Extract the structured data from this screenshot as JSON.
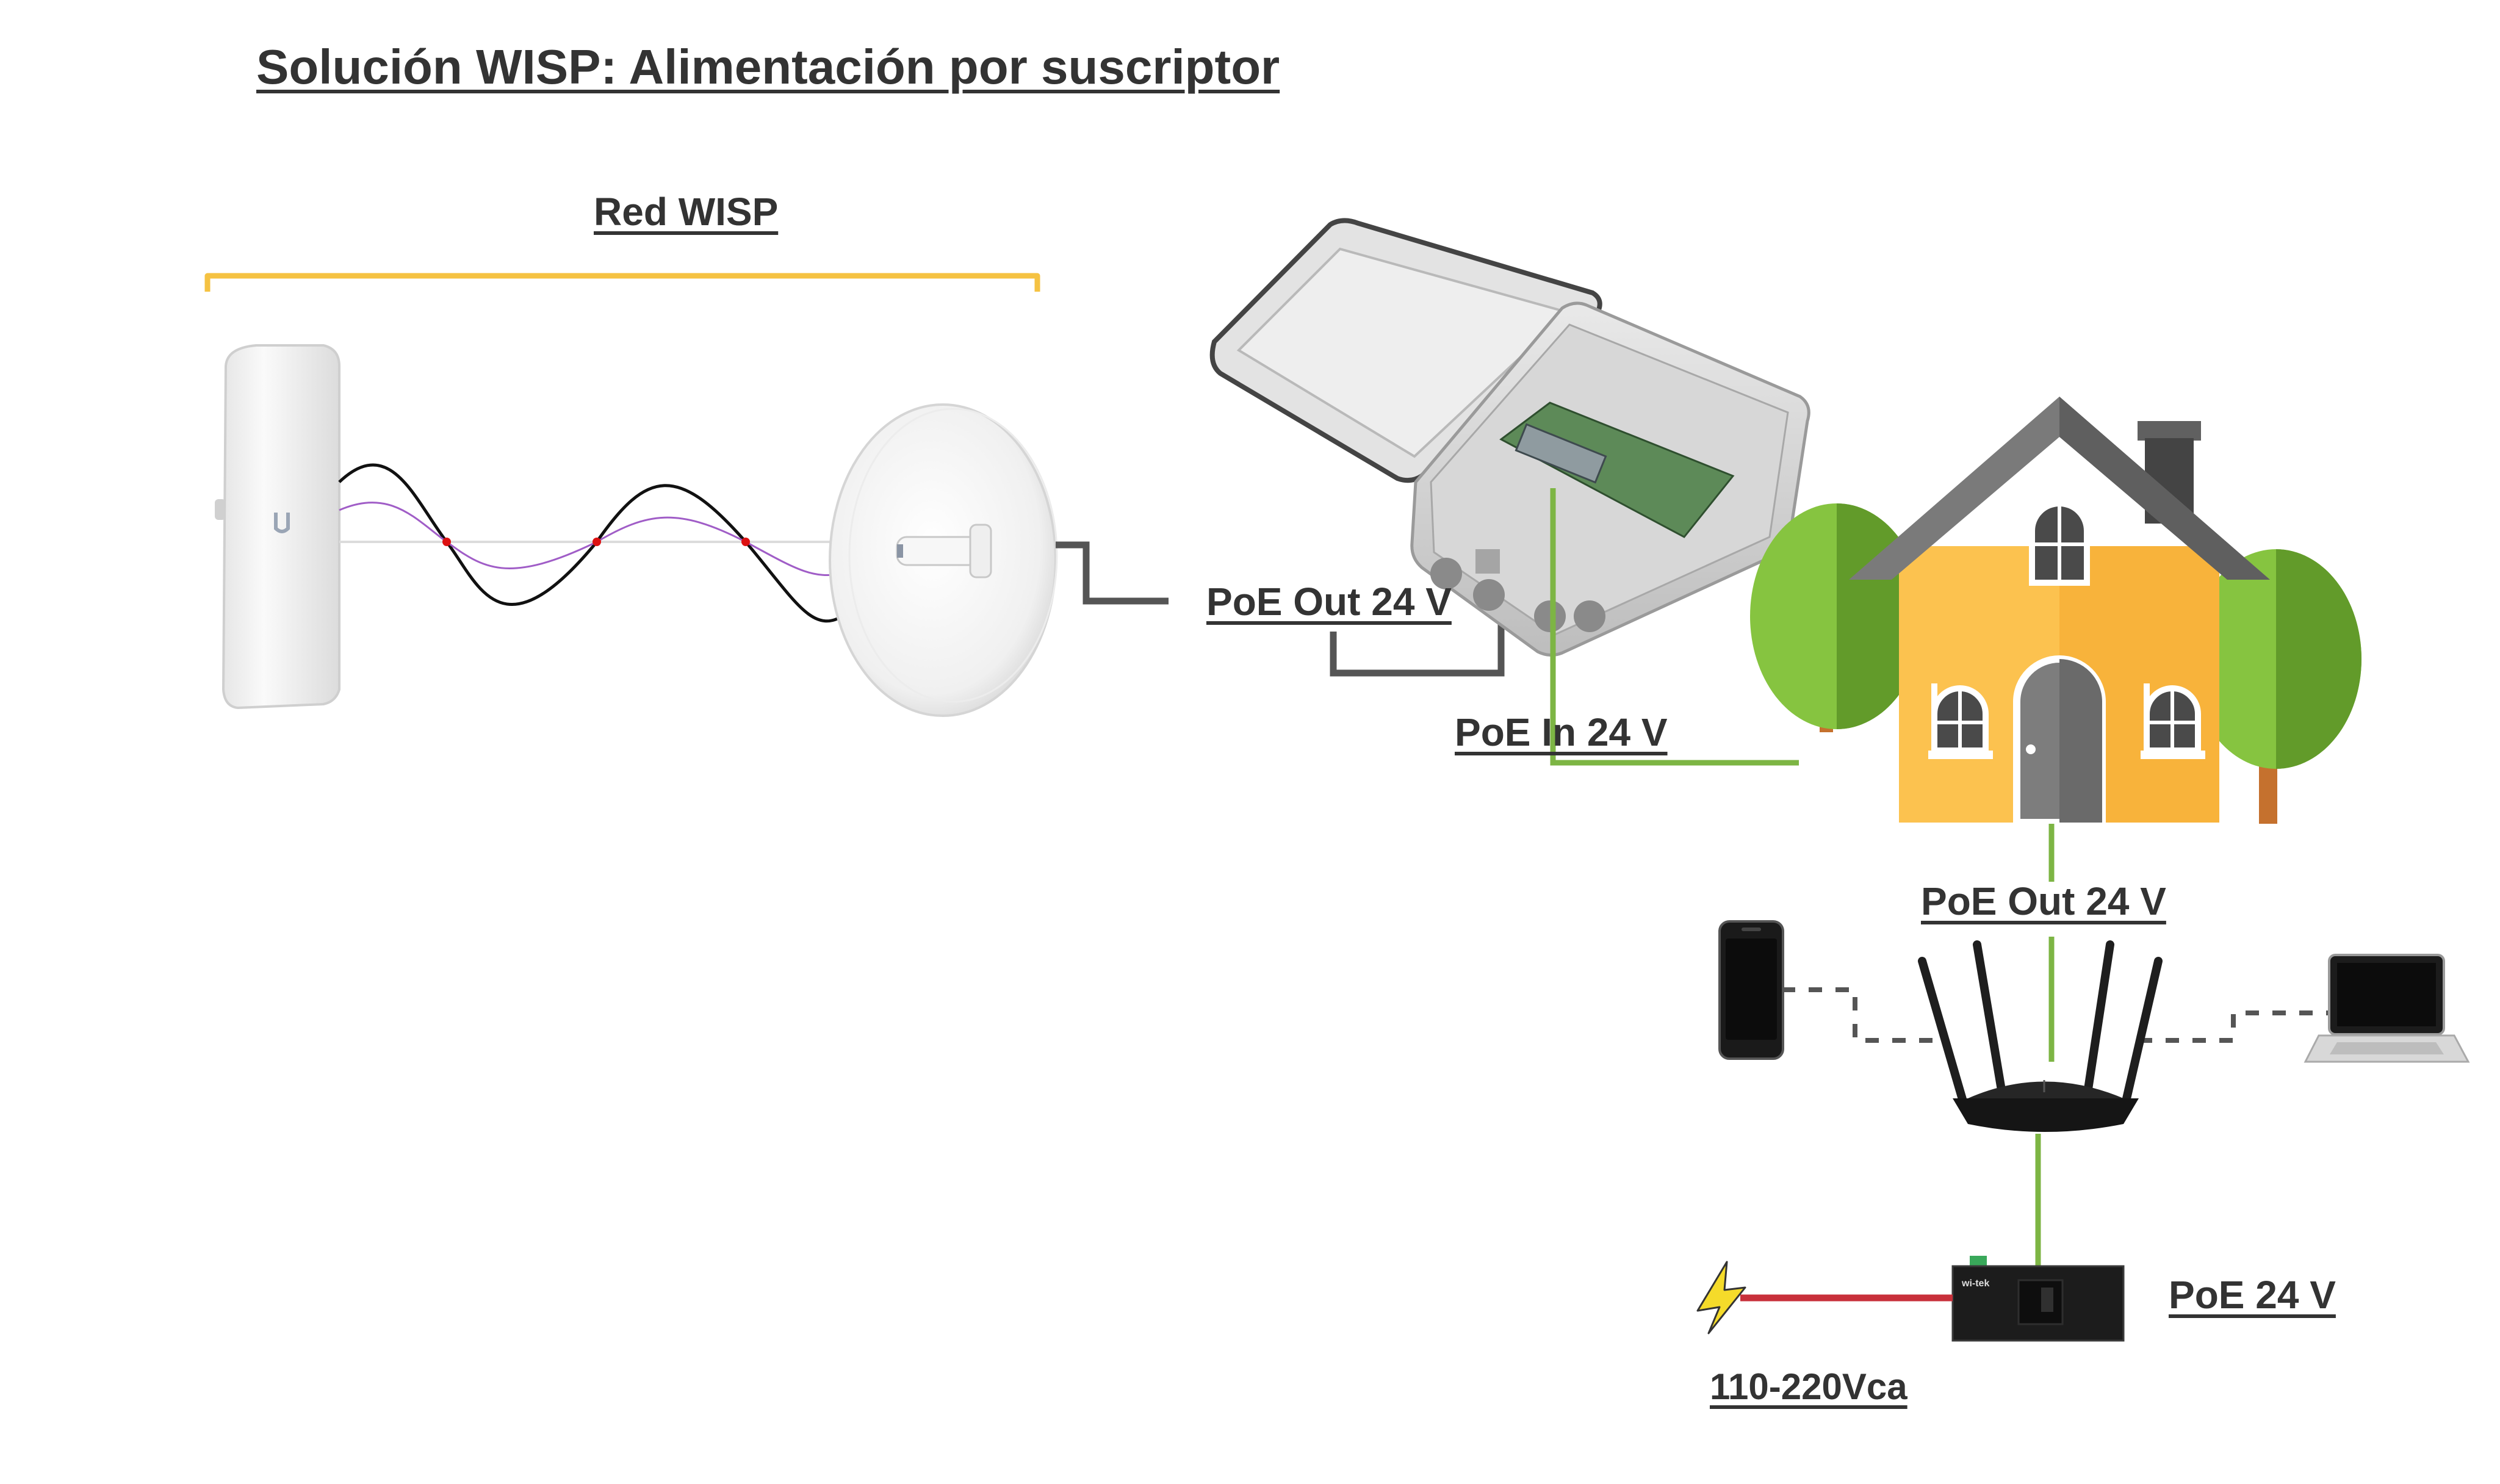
{
  "title": "Solución WISP: Alimentación por suscriptor",
  "labels": {
    "red_wisp": "Red WISP",
    "poe_out_enclosure": "PoE Out 24 V",
    "poe_in": "PoE In 24 V",
    "poe_out_house": "PoE Out 24 V",
    "poe_24": "PoE 24 V",
    "voltage": "110-220Vca"
  },
  "devices": {
    "router_brand": "wi-tek"
  },
  "colors": {
    "text": "#333333",
    "bracket": "#F5C242",
    "poe_green": "#7DB544",
    "cable_gray": "#555555",
    "power_red": "#C8303A",
    "house_wall": "#FCC24F",
    "roof": "#7A7A7A",
    "tree": "#86C440",
    "bolt": "#F5DB2A"
  }
}
